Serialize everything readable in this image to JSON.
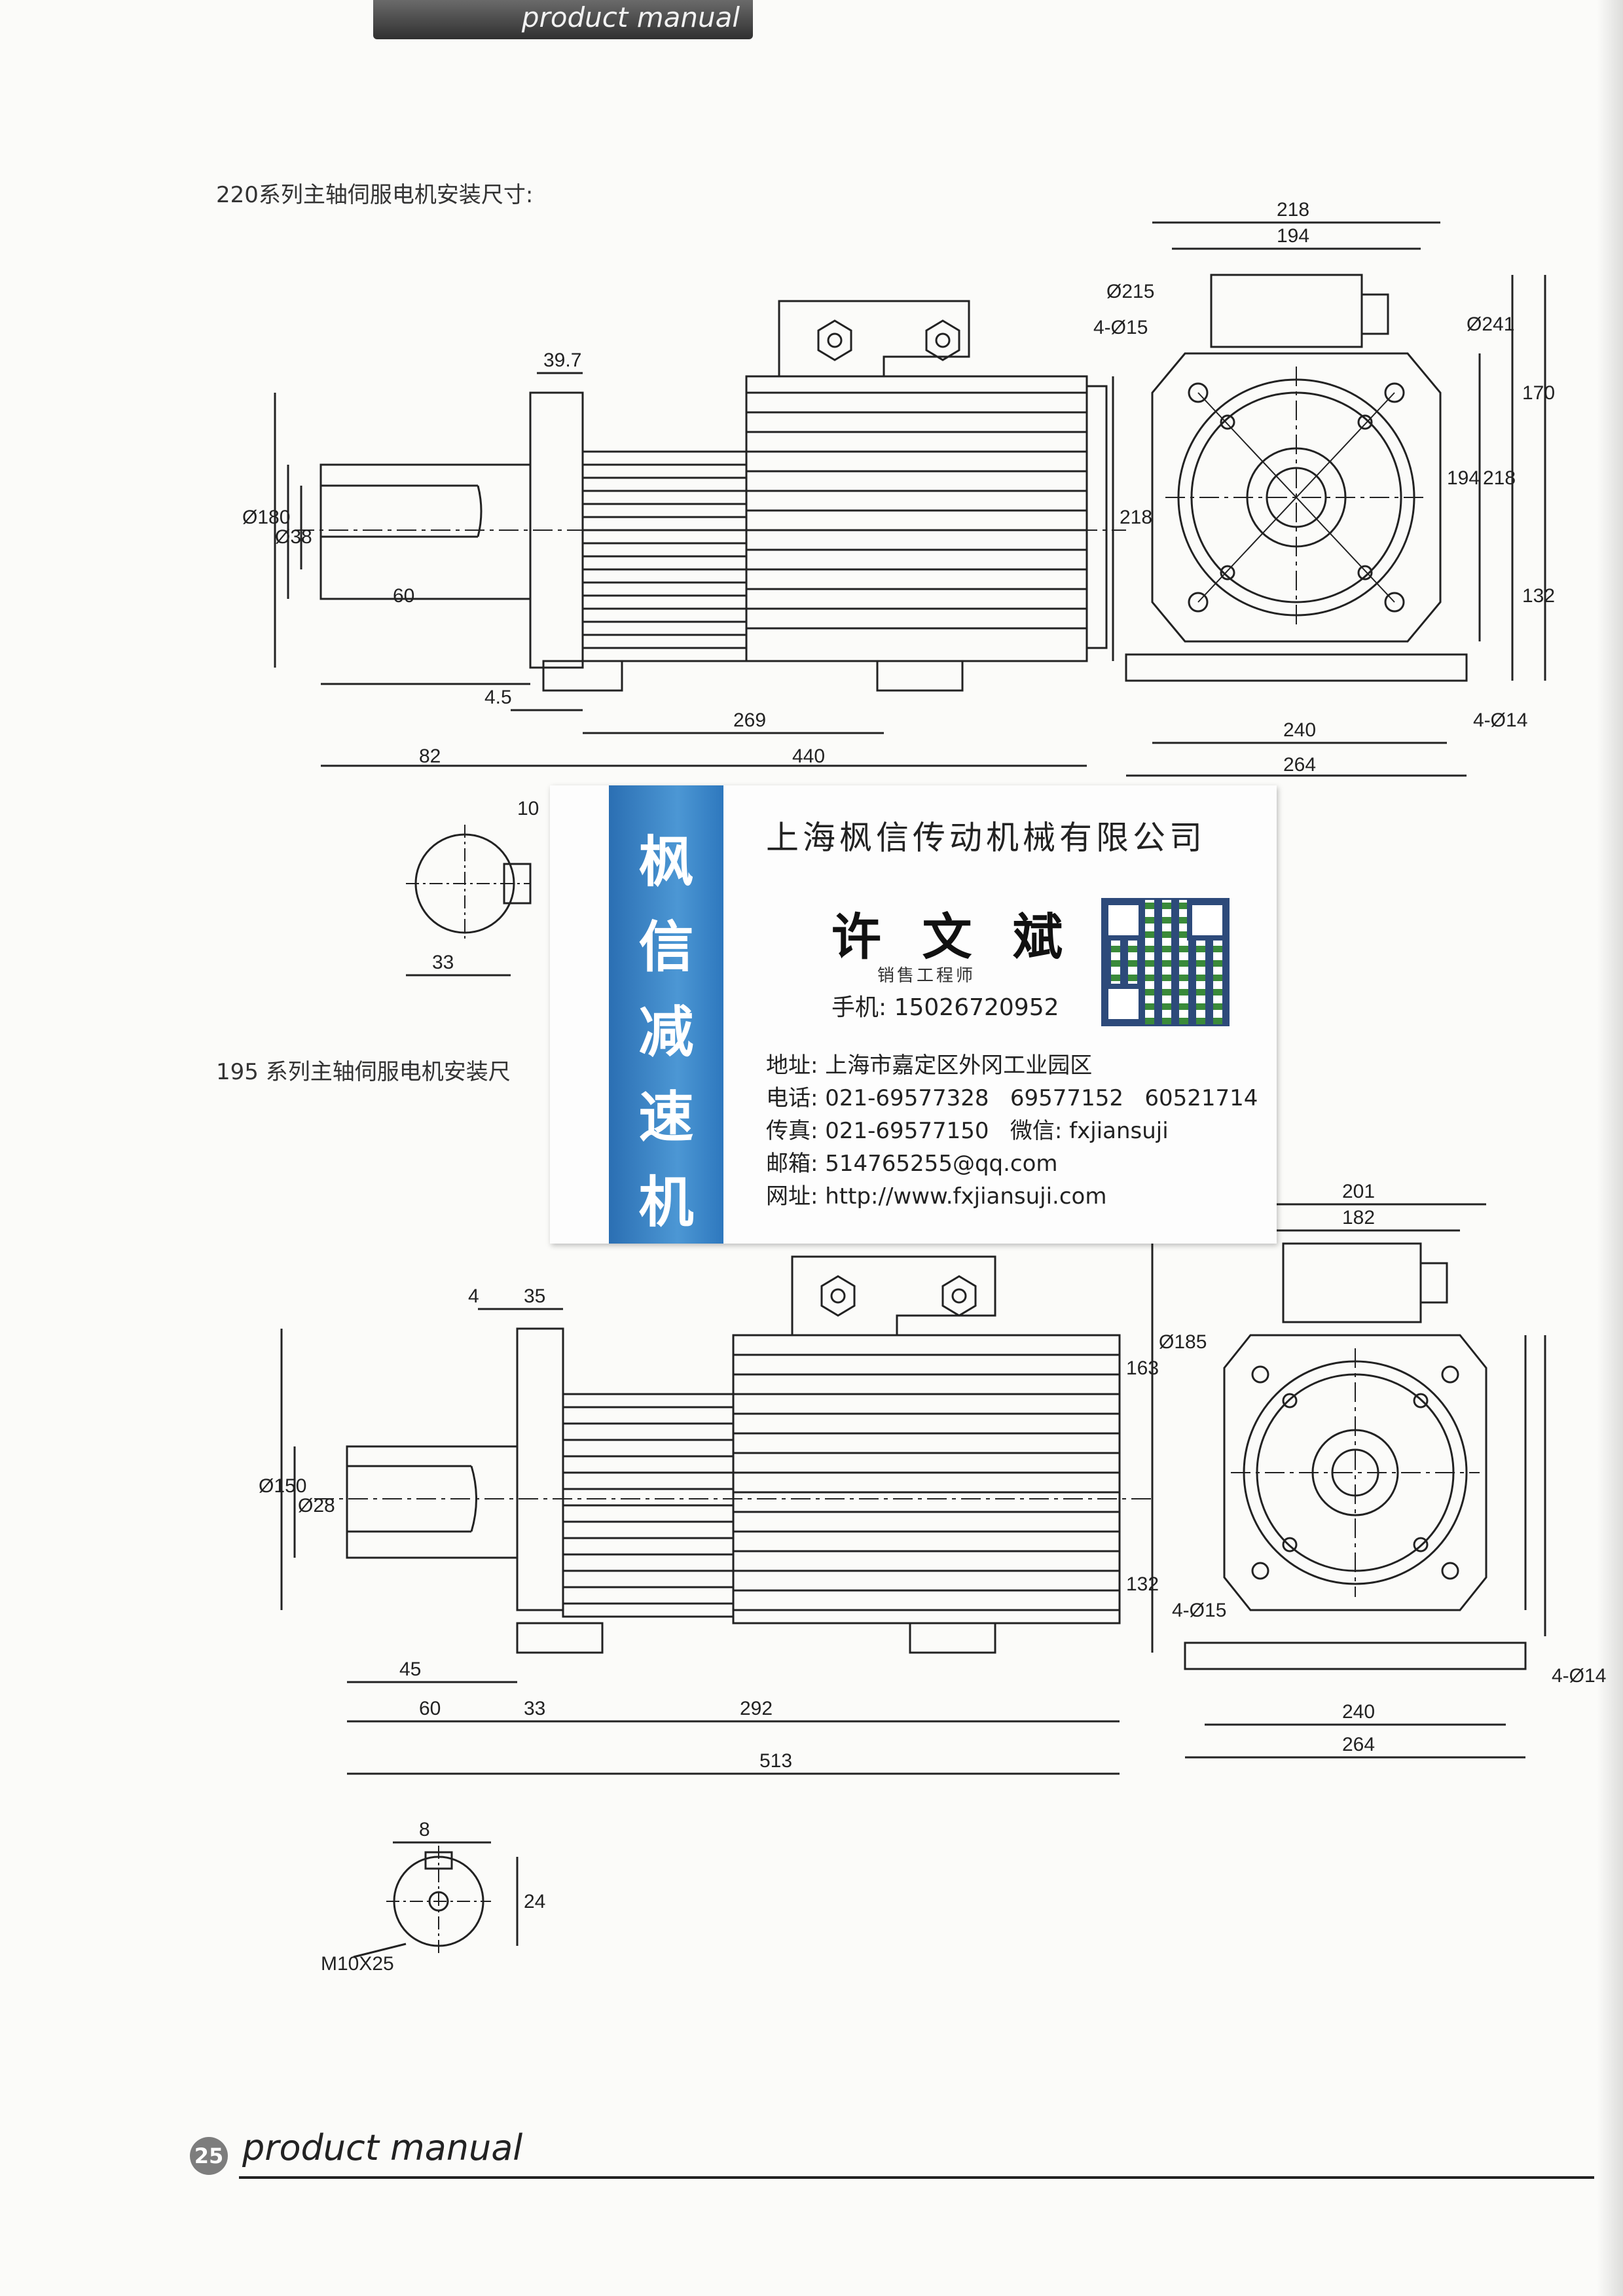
{
  "header": {
    "label": "product manual"
  },
  "section1": {
    "title": "220系列主轴伺服电机安装尺寸:",
    "dims": {
      "flange_thick": "39.7",
      "shaft_len": "60",
      "gap": "4.5",
      "shaft_total": "82",
      "body_len": "269",
      "total_len": "440",
      "height_218": "218",
      "d215": "Ø215",
      "holes": "4-Ø15",
      "d241": "Ø241",
      "w218": "218",
      "w194": "194",
      "h170": "170",
      "h194": "194",
      "h218": "218",
      "h132": "132",
      "base240": "240",
      "base264": "264",
      "base_holes": "4-Ø14",
      "shaft_d180": "Ø180",
      "shaft_d38": "Ø38",
      "key10": "10",
      "key33": "33"
    }
  },
  "section2": {
    "title": "195 系列主轴伺服电机安装尺",
    "dims": {
      "d4": "4",
      "d35": "35",
      "shaft45": "45",
      "len60": "60",
      "len33": "33",
      "len292": "292",
      "total513": "513",
      "w201": "201",
      "w182": "182",
      "d185": "Ø185",
      "h163": "163",
      "h132": "132",
      "holes": "4-Ø15",
      "base240": "240",
      "base264": "264",
      "base_holes": "4-Ø14",
      "shaft_d150": "Ø150",
      "shaft_d28": "Ø28",
      "key8": "8",
      "key24": "24",
      "thread": "M10X25"
    }
  },
  "card": {
    "band_chars": [
      "枫",
      "信",
      "减",
      "速",
      "机"
    ],
    "company": "上海枫信传动机械有限公司",
    "name": "许 文 斌",
    "role": "销售工程师",
    "mobile": "手机: 15026720952",
    "address": "地址: 上海市嘉定区外冈工业园区",
    "phone": "电话: 021-69577328   69577152   60521714",
    "fax": "传真: 021-69577150   微信: fxjiansuji",
    "email": "邮箱: 514765255@qq.com",
    "website": "网址: http://www.fxjiansuji.com"
  },
  "footer": {
    "page_number": "25",
    "label": "product manual"
  }
}
